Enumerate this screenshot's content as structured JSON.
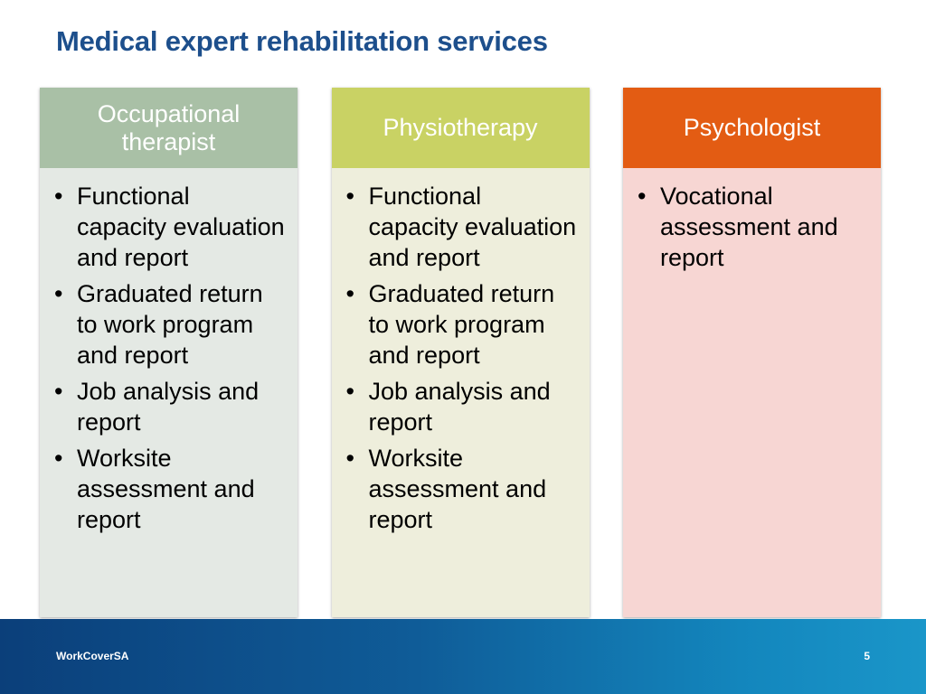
{
  "slide": {
    "title": "Medical expert rehabilitation services",
    "page_number": "5"
  },
  "footer": {
    "brand": "WorkCoverSA"
  },
  "columns": [
    {
      "header": "Occupational therapist",
      "header_color": "#a9c0a6",
      "body_color": "#e4e9e4",
      "items": [
        "Functional capacity evaluation and report",
        "Graduated return to work program and report",
        "Job analysis and report",
        "Worksite assessment and report"
      ]
    },
    {
      "header": "Physiotherapy",
      "header_color": "#c9d264",
      "body_color": "#eeeedc",
      "items": [
        "Functional capacity evaluation and report",
        "Graduated return to work program and report",
        "Job analysis and report",
        "Worksite assessment and report"
      ]
    },
    {
      "header": "Psychologist",
      "header_color": "#e35c13",
      "body_color": "#f7d6d3",
      "items": [
        "Vocational assessment and report"
      ]
    }
  ]
}
